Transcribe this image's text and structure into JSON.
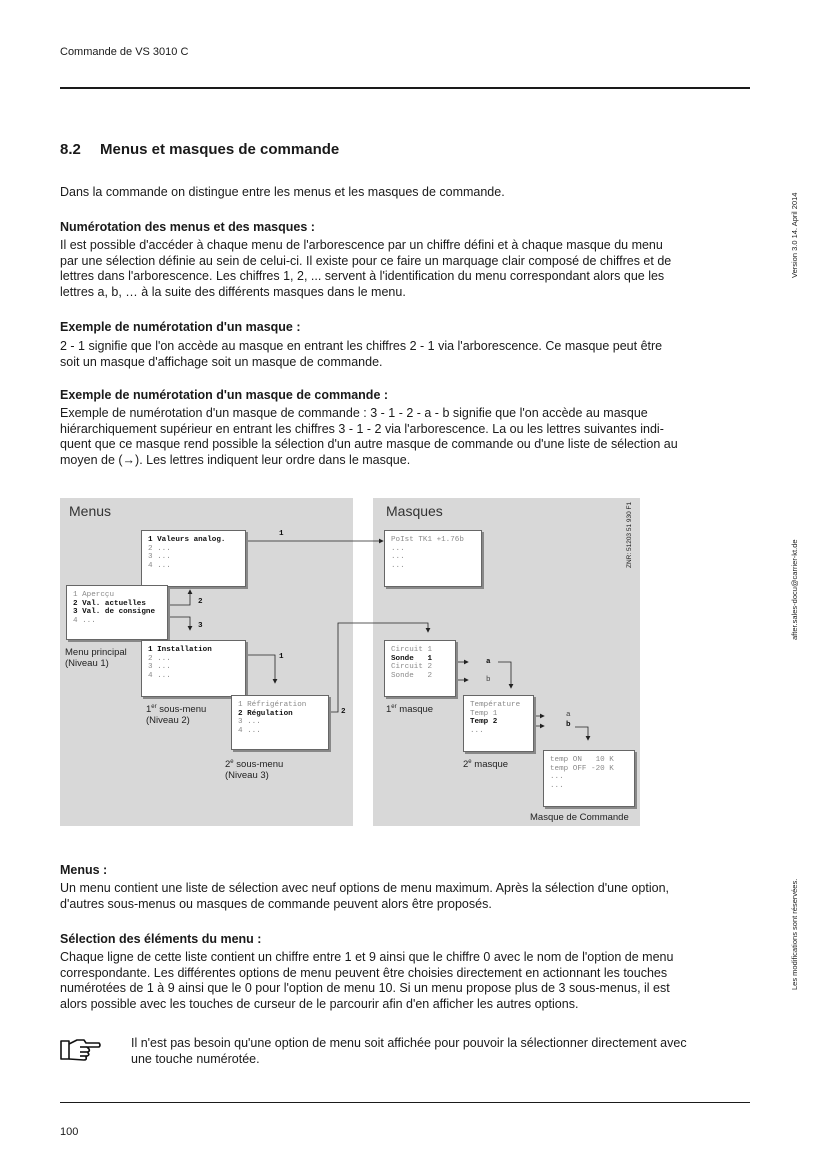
{
  "header": {
    "title": "Commande de VS 3010 C"
  },
  "section": {
    "number": "8.2",
    "title": "Menus et masques de commande"
  },
  "intro": "Dans la commande on distingue entre les menus et les masques de commande.",
  "numerotation": {
    "heading": "Numérotation des menus et des masques :",
    "lines": [
      "Il est possible d'accéder à chaque menu de l'arborescence par un chiffre défini et à chaque masque du menu",
      "par une sélection définie au sein de celui-ci. Il existe pour ce faire un marquage clair composé de chiffres et de",
      "lettres dans l'arborescence. Les chiffres 1, 2, ... servent à l'identification du menu correspondant alors que les",
      "lettres a, b, … à la suite des différents masques dans le menu."
    ]
  },
  "exemple_masque": {
    "heading": "Exemple de numérotation d'un masque :",
    "lines": [
      "2 - 1 signifie que l'on accède au masque en entrant les chiffres 2 - 1 via l'arborescence. Ce masque peut être",
      "soit un masque d'affichage soit un masque de commande."
    ]
  },
  "exemple_commande": {
    "heading": "Exemple de numérotation d'un masque de commande :",
    "lines": [
      " Exemple de numérotation d'un masque de commande : 3 - 1 - 2 - a - b signifie que l'on accède au masque",
      "hiérarchiquement supérieur en entrant les chiffres 3 - 1 - 2 via l'arborescence. La ou les lettres suivantes indi-",
      "quent que ce masque rend possible la sélection d'un autre masque de commande ou d'une liste de sélection au",
      "moyen de (→). Les lettres indiquent leur ordre dans le masque."
    ]
  },
  "diagram": {
    "menus_title": "Menus",
    "masques_title": "Masques",
    "znr": "ZNR: 51203 51 930 F1",
    "box_valeurs": [
      "1 Valeurs analog.",
      "2 ...",
      "3 ...",
      "4 ..."
    ],
    "box_principal": [
      "1 Apercçu",
      "2 Val. actuelles",
      "3 Val. de consigne",
      "4 ..."
    ],
    "box_installation": [
      "1 Installation",
      "2 ...",
      "3 ...",
      "4 ..."
    ],
    "box_refrigeration": [
      "1 Réfrigération",
      "2 Régulation",
      "3 ...",
      "4 ..."
    ],
    "box_poist": [
      "PoIst TK1 +1.76b",
      "...",
      "...",
      "..."
    ],
    "box_circuit": [
      "Circuit 1",
      "Sonde   1",
      "Circuit 2",
      "Sonde   2"
    ],
    "box_temperature": [
      "Température",
      "Temp 1",
      "Temp 2",
      "..."
    ],
    "box_commande": [
      "temp ON   10 K",
      "temp OFF -20 K",
      "...",
      "..."
    ],
    "label_principal": [
      "Menu principal",
      "(Niveau 1)"
    ],
    "label_sous1": [
      "sous-menu",
      "(Niveau 2)"
    ],
    "label_sous2": [
      "sous-menu",
      "(Niveau 3)"
    ],
    "sup_1": "1",
    "sup_er": "er",
    "sup_2": "2",
    "sup_e": "e",
    "label_masque1": "masque",
    "label_masque2": "masque",
    "label_commande": "Masque de Commande",
    "n1": "1",
    "n2": "2",
    "n3": "3",
    "n4": "1",
    "n5": "2",
    "la": "a",
    "lb": "b",
    "la2": "a",
    "lb2": "b"
  },
  "menus": {
    "heading": "Menus :",
    "lines": [
      "Un menu contient une liste de sélection avec neuf options de menu maximum. Après la sélection d'une option,",
      "d'autres sous-menus ou masques de commande peuvent alors être proposés."
    ]
  },
  "selection": {
    "heading": "Sélection des éléments du menu :",
    "lines": [
      "Chaque ligne de cette liste contient un chiffre entre 1 et 9 ainsi que le chiffre 0 avec le nom de l'option de menu",
      "correspondante. Les différentes options de menu peuvent être choisies directement en actionnant les touches",
      "numérotées de 1 à 9 ainsi que le 0 pour l'option de menu 10. Si un menu propose plus de 3 sous-menus, il est",
      "alors possible avec les touches de curseur de le parcourir afin d'en afficher les autres options."
    ]
  },
  "note": {
    "icon": "pointing-hand-icon",
    "lines": [
      "Il n'est pas besoin qu'une option de menu soit affichée pour pouvoir la sélectionner directement avec",
      "une touche numérotée."
    ]
  },
  "side": {
    "version": "Version 3.0   14. April 2014",
    "email": "after.sales-docu@carrier-kt.de",
    "rights": "Les modifications sont réservées."
  },
  "footer": {
    "page": "100"
  }
}
